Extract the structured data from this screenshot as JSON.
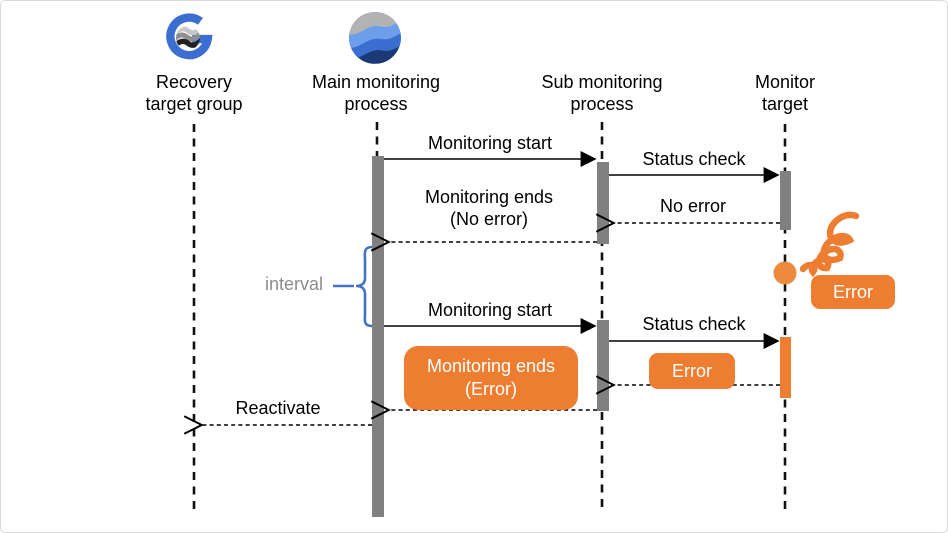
{
  "window": {
    "background": "#ffffff",
    "border_color": "#d9d9d9"
  },
  "diagram": {
    "type": "sequence-diagram",
    "lifelines": [
      {
        "id": "recovery-target-group",
        "line1": "Recovery",
        "line2": "target group",
        "icon": "g-wave-logo-icon"
      },
      {
        "id": "main-monitoring-process",
        "line1": "Main monitoring",
        "line2": "process",
        "icon": "wave-sphere-logo-icon"
      },
      {
        "id": "sub-monitoring-process",
        "line1": "Sub monitoring",
        "line2": "process"
      },
      {
        "id": "monitor-target",
        "line1": "Monitor",
        "line2": "target"
      }
    ],
    "messages": {
      "monitoring_start_1": "Monitoring start",
      "status_check_1": "Status check",
      "no_error_reply": "No error",
      "monitoring_ends_ok_line1": "Monitoring ends",
      "monitoring_ends_ok_line2": "(No error)",
      "interval": "interval",
      "monitoring_start_2": "Monitoring start",
      "status_check_2": "Status check",
      "error_reply": "Error",
      "monitoring_ends_err_line1": "Monitoring ends",
      "monitoring_ends_err_line2": "(Error)",
      "reactivate": "Reactivate",
      "error_annotation": "Error"
    },
    "colors": {
      "accent_orange": "#ED7D31",
      "activation_bar_gray": "#808080",
      "brace_blue": "#4472C4",
      "interval_text_gray": "#8C8C8C",
      "message_line_black": "#000000"
    }
  }
}
